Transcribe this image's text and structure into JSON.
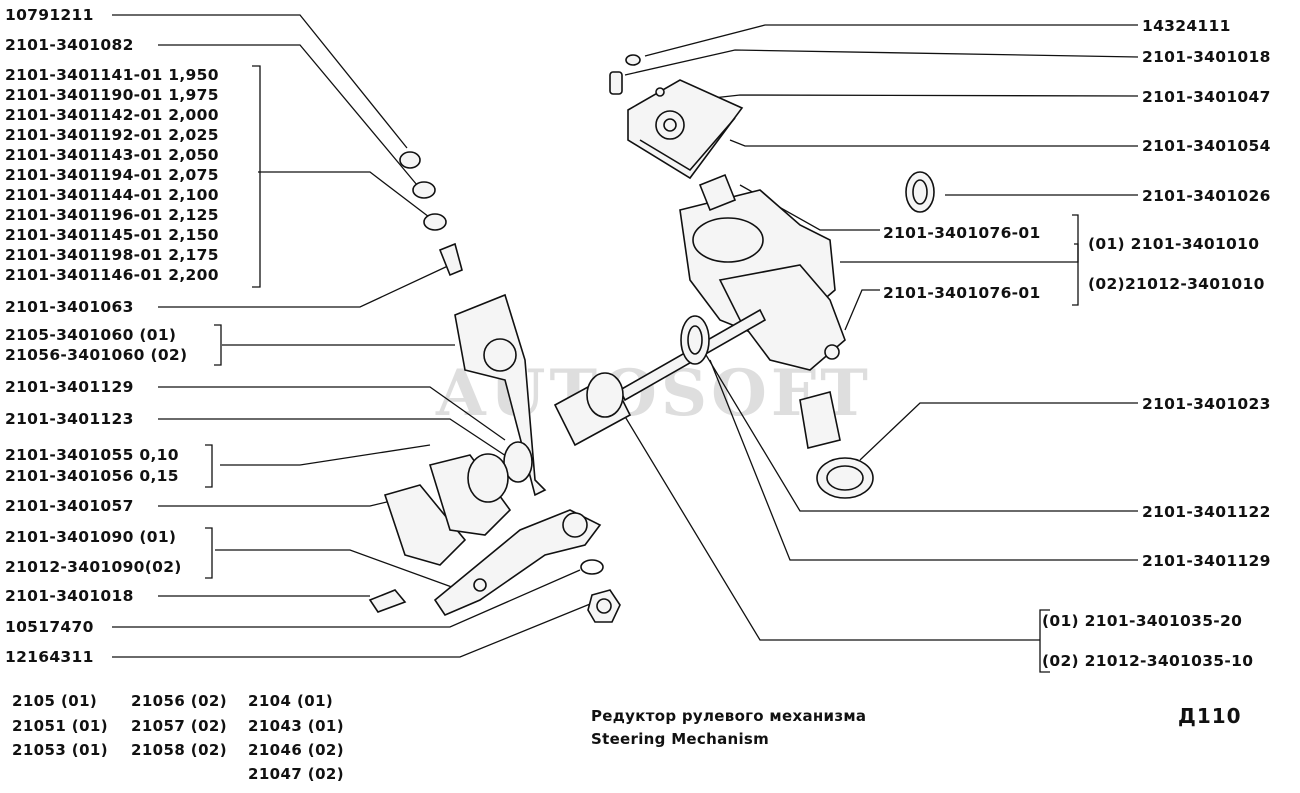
{
  "left_labels": [
    {
      "id": "l1",
      "text": "10791211"
    },
    {
      "id": "l2",
      "text": "2101-3401082"
    },
    {
      "id": "l3",
      "text": "2101-3401141-01 1,950"
    },
    {
      "id": "l4",
      "text": "2101-3401190-01 1,975"
    },
    {
      "id": "l5",
      "text": "2101-3401142-01 2,000"
    },
    {
      "id": "l6",
      "text": "2101-3401192-01 2,025"
    },
    {
      "id": "l7",
      "text": "2101-3401143-01 2,050"
    },
    {
      "id": "l8",
      "text": "2101-3401194-01 2,075"
    },
    {
      "id": "l9",
      "text": "2101-3401144-01 2,100"
    },
    {
      "id": "l10",
      "text": "2101-3401196-01 2,125"
    },
    {
      "id": "l11",
      "text": "2101-3401145-01 2,150"
    },
    {
      "id": "l12",
      "text": "2101-3401198-01 2,175"
    },
    {
      "id": "l13",
      "text": "2101-3401146-01 2,200"
    },
    {
      "id": "l14",
      "text": "2101-3401063"
    },
    {
      "id": "l15",
      "text": "2105-3401060  (01)"
    },
    {
      "id": "l16",
      "text": "21056-3401060 (02)"
    },
    {
      "id": "l17",
      "text": "2101-3401129"
    },
    {
      "id": "l18",
      "text": "2101-3401123"
    },
    {
      "id": "l19",
      "text": "2101-3401055 0,10"
    },
    {
      "id": "l20",
      "text": "2101-3401056 0,15"
    },
    {
      "id": "l21",
      "text": "2101-3401057"
    },
    {
      "id": "l22",
      "text": "2101-3401090  (01)"
    },
    {
      "id": "l23",
      "text": "21012-3401090(02)"
    },
    {
      "id": "l24",
      "text": "2101-3401018"
    },
    {
      "id": "l25",
      "text": "10517470"
    },
    {
      "id": "l26",
      "text": "12164311"
    }
  ],
  "right_labels": [
    {
      "id": "r1",
      "text": "14324111"
    },
    {
      "id": "r2",
      "text": "2101-3401018"
    },
    {
      "id": "r3",
      "text": "2101-3401047"
    },
    {
      "id": "r4",
      "text": "2101-3401054"
    },
    {
      "id": "r5",
      "text": "2101-3401026"
    },
    {
      "id": "r6",
      "text": "2101-3401023"
    },
    {
      "id": "r7",
      "text": "2101-3401122"
    },
    {
      "id": "r8",
      "text": "2101-3401129"
    }
  ],
  "mid_labels": [
    {
      "id": "m1",
      "text": "2101-3401076-01"
    },
    {
      "id": "m2",
      "text": "2101-3401076-01"
    },
    {
      "id": "m3",
      "text": "(01)  2101-3401010"
    },
    {
      "id": "m4",
      "text": "(02)21012-3401010"
    },
    {
      "id": "m5",
      "text": "(01)   2101-3401035-20"
    },
    {
      "id": "m6",
      "text": "(02)  21012-3401035-10"
    }
  ],
  "applicability": [
    {
      "id": "a1",
      "text": "2105   (01)"
    },
    {
      "id": "a2",
      "text": "21051  (01)"
    },
    {
      "id": "a3",
      "text": "21053  (01)"
    },
    {
      "id": "a4",
      "text": "21056 (02)"
    },
    {
      "id": "a5",
      "text": "21057 (02)"
    },
    {
      "id": "a6",
      "text": "21058 (02)"
    },
    {
      "id": "a7",
      "text": "2104   (01)"
    },
    {
      "id": "a8",
      "text": "21043  (01)"
    },
    {
      "id": "a9",
      "text": "21046  (02)"
    },
    {
      "id": "a10",
      "text": "21047  (02)"
    }
  ],
  "title_ru": "Редуктор рулевого механизма",
  "title_en": "Steering Mechanism",
  "page_number": "Д110",
  "watermark": "AUTOSOFT"
}
